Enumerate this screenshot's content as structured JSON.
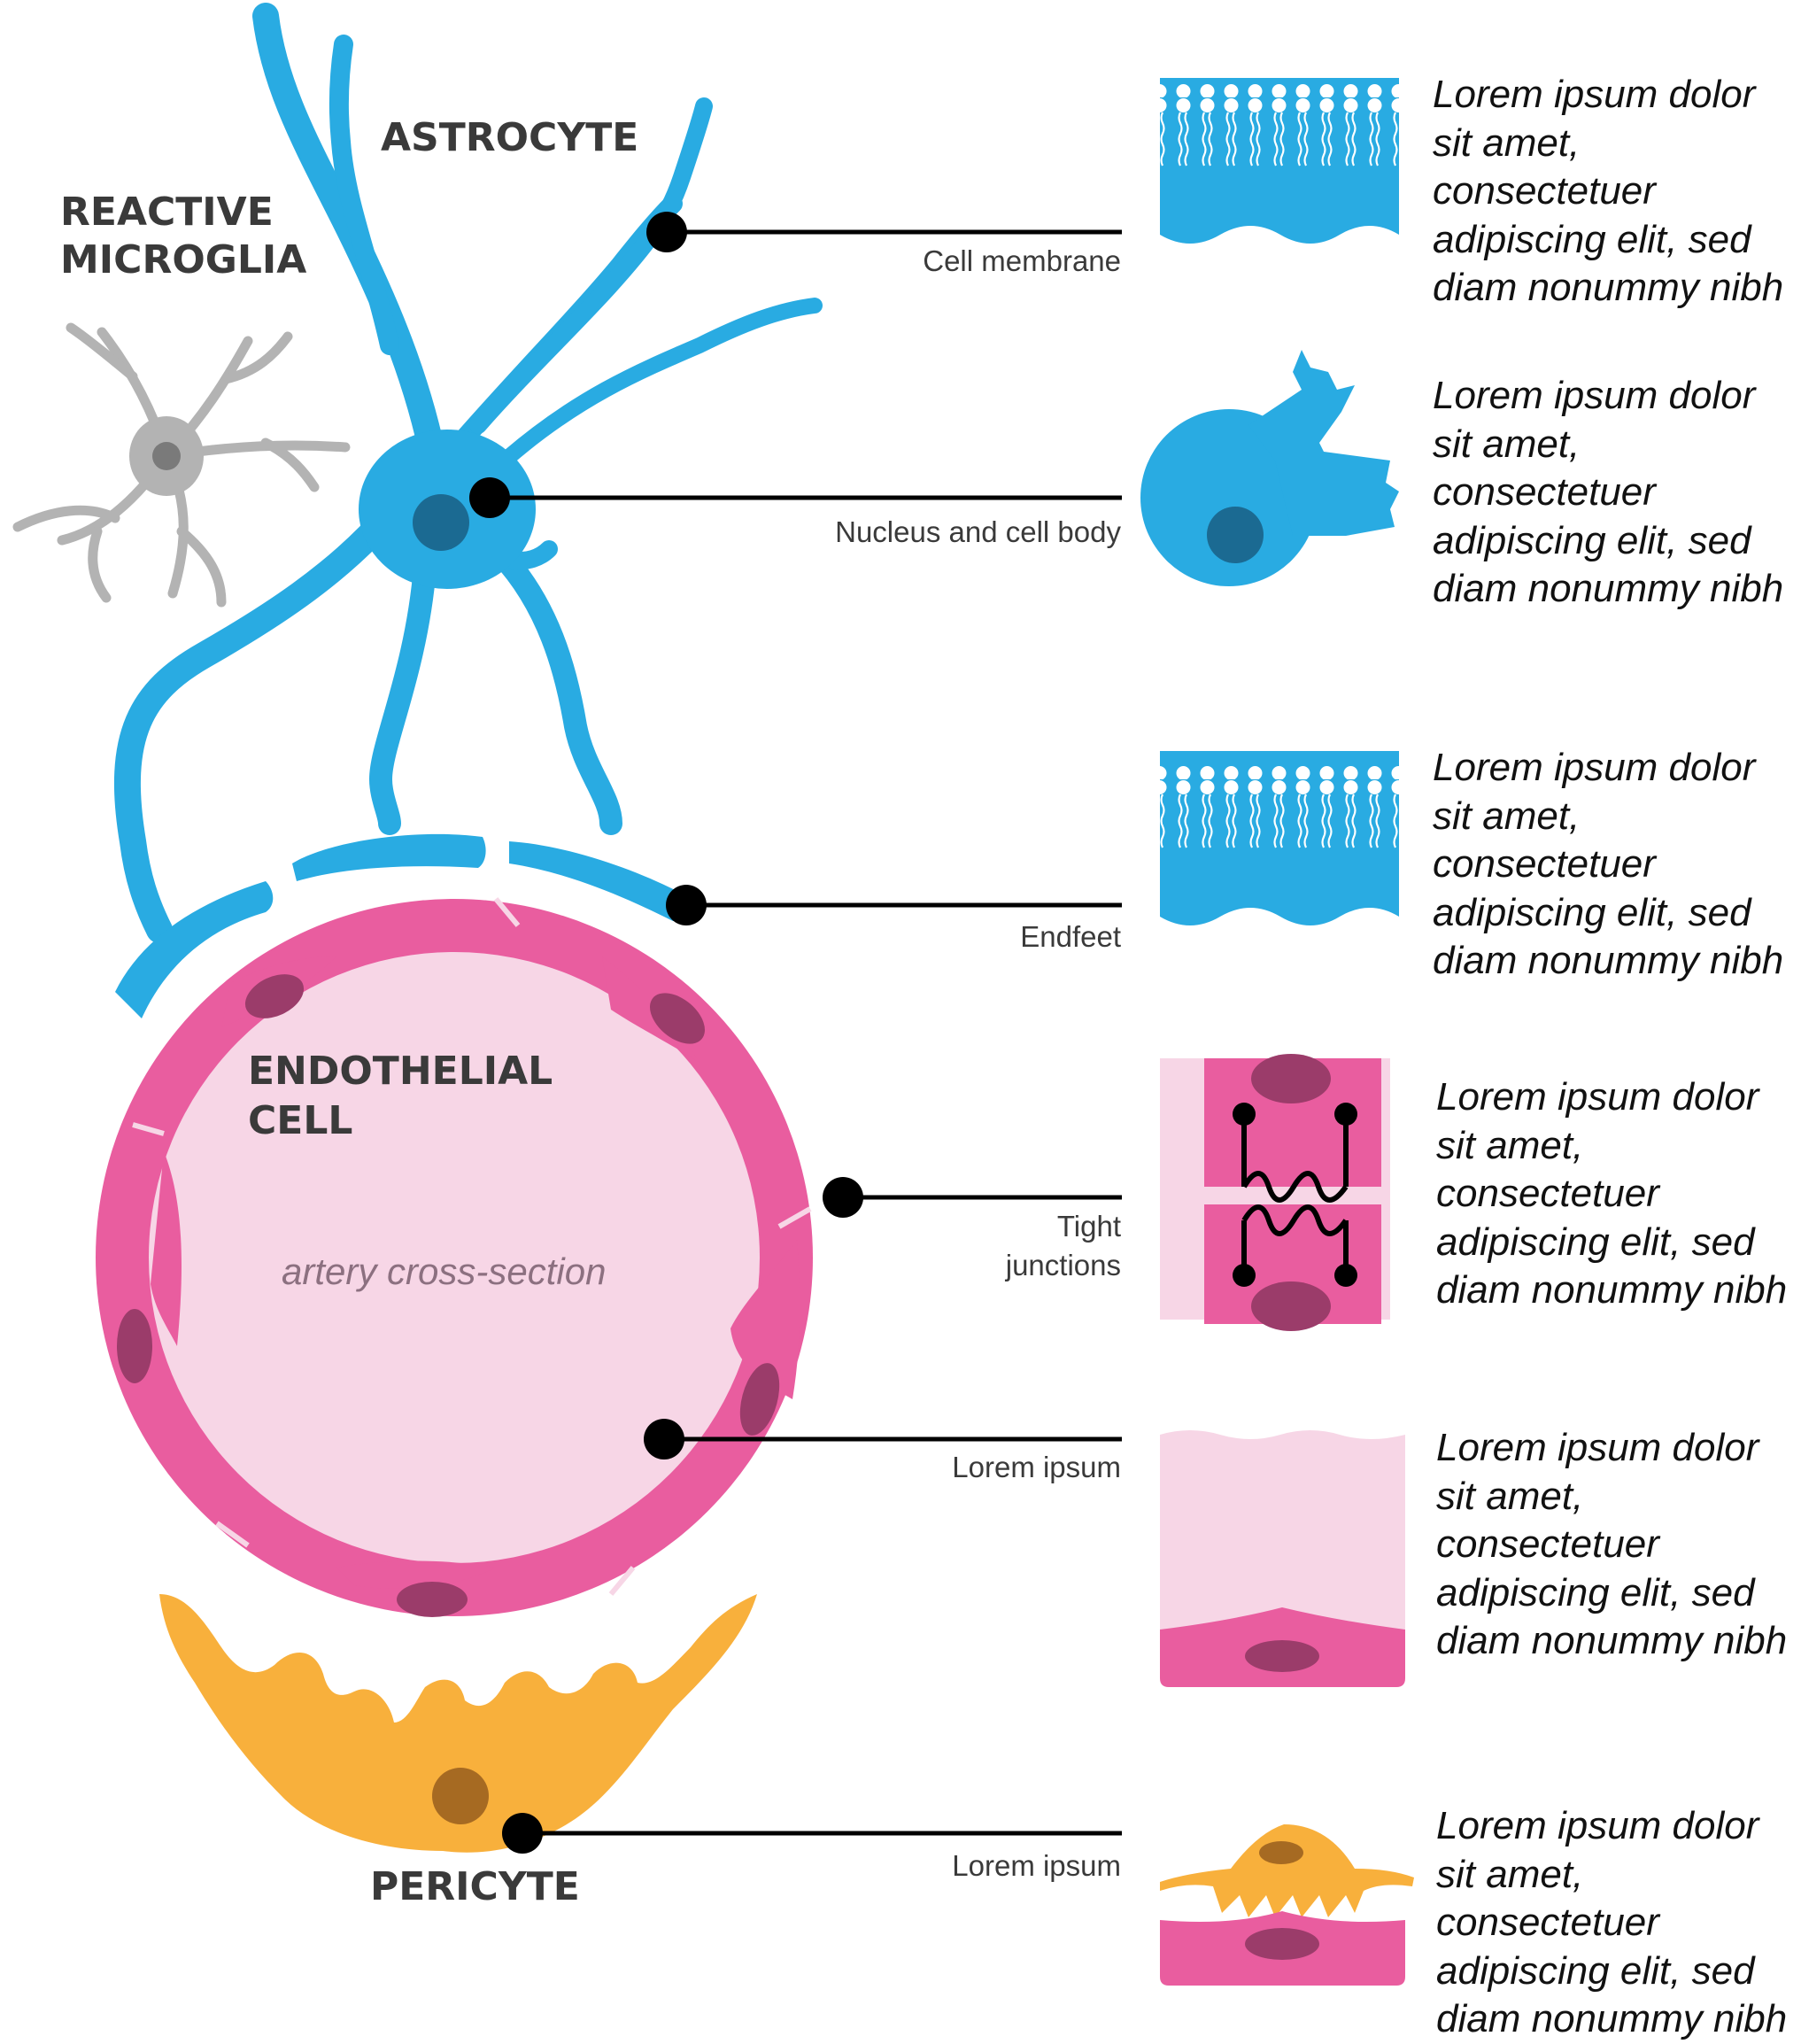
{
  "titles": {
    "astrocyte": "ASTROCYTE",
    "microglia_line1": "REACTIVE",
    "microglia_line2": "MICROGLIA",
    "endothelial_line1": "ENDOTHELIAL",
    "endothelial_line2": "CELL",
    "pericyte": "PERICYTE"
  },
  "lumen_label": "artery cross-section",
  "callouts": [
    {
      "label": "Cell membrane",
      "description": "Lorem ipsum dolor\nsit amet,\nconsectetuer\nadipiscing elit, sed\ndiam nonummy nibh"
    },
    {
      "label": "Nucleus and cell body",
      "description": "Lorem ipsum dolor\nsit amet,\nconsectetuer\nadipiscing elit, sed\ndiam nonummy nibh"
    },
    {
      "label": "Endfeet",
      "description": "Lorem ipsum dolor\nsit amet,\nconsectetuer\nadipiscing elit, sed\ndiam nonummy nibh"
    },
    {
      "label_line1": "Tight",
      "label_line2": "junctions",
      "description": "Lorem ipsum dolor\nsit amet,\nconsectetuer\nadipiscing elit, sed\ndiam nonummy nibh"
    },
    {
      "label": "Lorem ipsum",
      "description": "Lorem ipsum dolor\nsit amet,\nconsectetuer\nadipiscing elit, sed\ndiam nonummy nibh"
    },
    {
      "label": "Lorem ipsum",
      "description": "Lorem ipsum dolor\nsit amet,\nconsectetuer\nadipiscing elit, sed\ndiam nonummy nibh"
    }
  ],
  "colors": {
    "astrocyte_blue": "#29abe2",
    "astrocyte_nucleus": "#1b6a92",
    "endothelial_pink": "#e95d9f",
    "lumen_pink": "#f7d6e6",
    "endothelial_nucleus": "#9b3c6a",
    "pericyte_orange": "#f8b03c",
    "pericyte_nucleus": "#a66a22",
    "microglia_grey": "#b3b3b3",
    "microglia_nucleus": "#7a7a7a",
    "leader_line": "#000000"
  },
  "icons": [
    "cell-membrane-icon",
    "cell-body-icon",
    "endfeet-membrane-icon",
    "tight-junction-icon",
    "lumen-section-icon",
    "pericyte-section-icon"
  ]
}
